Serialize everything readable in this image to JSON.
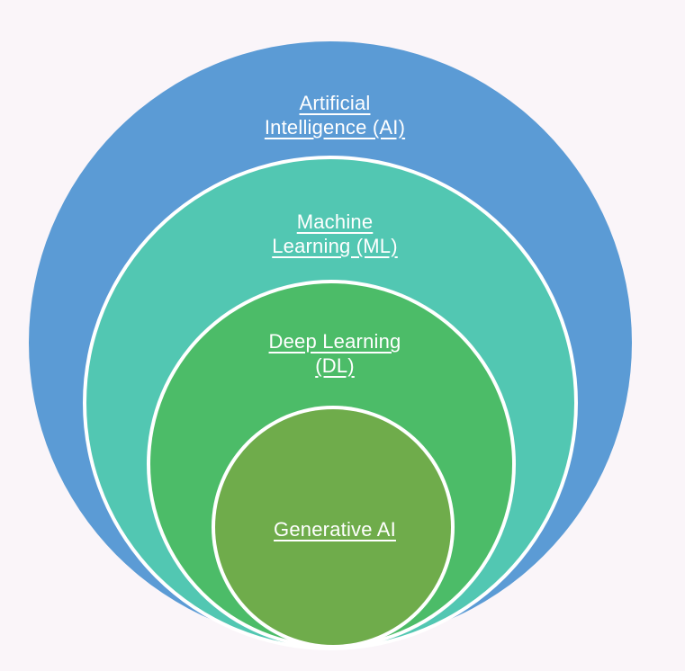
{
  "diagram": {
    "type": "nested-circles",
    "background_color": "#FAF5F9",
    "label_text_color": "#FFFFFF",
    "ring_border_color": "#FFFFFF",
    "rings": {
      "ai": {
        "line1": "Artificial",
        "line2": "Intelligence (AI)",
        "color": "#5B9BD5"
      },
      "ml": {
        "line1": "Machine",
        "line2": "Learning (ML)",
        "color": "#52C7B2"
      },
      "dl": {
        "line1": "Deep Learning",
        "line2": "(DL)",
        "color": "#4CBC68"
      },
      "genai": {
        "line1": "Generative AI",
        "line2": "",
        "color": "#6FAC4B"
      }
    }
  }
}
